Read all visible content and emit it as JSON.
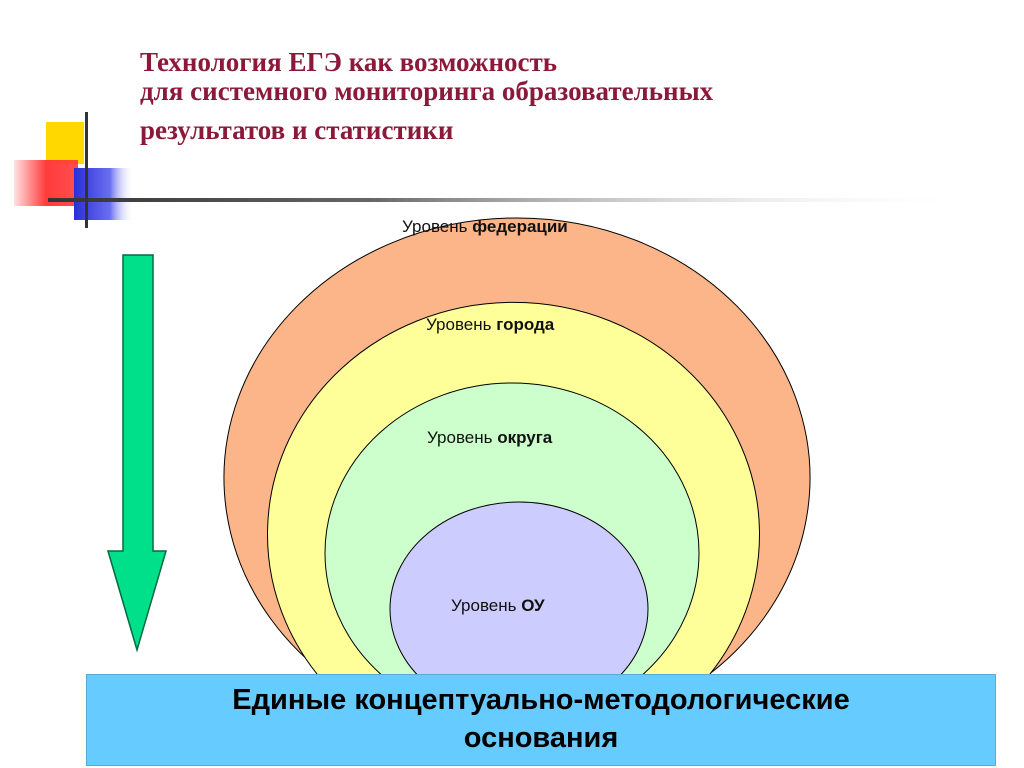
{
  "title": {
    "line1": "Технология ЕГЭ как возможность",
    "line2": "для системного мониторинга образовательных",
    "line3": "результатов и статистики"
  },
  "levels": [
    {
      "prefix": "Уровень ",
      "name": "федерации",
      "color": "#fbb589"
    },
    {
      "prefix": "Уровень ",
      "name": "города",
      "color": "#ffff99"
    },
    {
      "prefix": "Уровень ",
      "name": "округа",
      "color": "#ccffcc"
    },
    {
      "prefix": "Уровень ",
      "name": "ОУ",
      "color": "#ccccff"
    }
  ],
  "banner": {
    "text": "Единые концептуально-методологические основания",
    "color": "#66ccff"
  },
  "colors": {
    "title": "#8b1a3a",
    "arrow": "#00e08a",
    "deco_yellow": "#ffd800",
    "deco_red": "#ff3b3b",
    "deco_blue": "#2a2fd6"
  }
}
